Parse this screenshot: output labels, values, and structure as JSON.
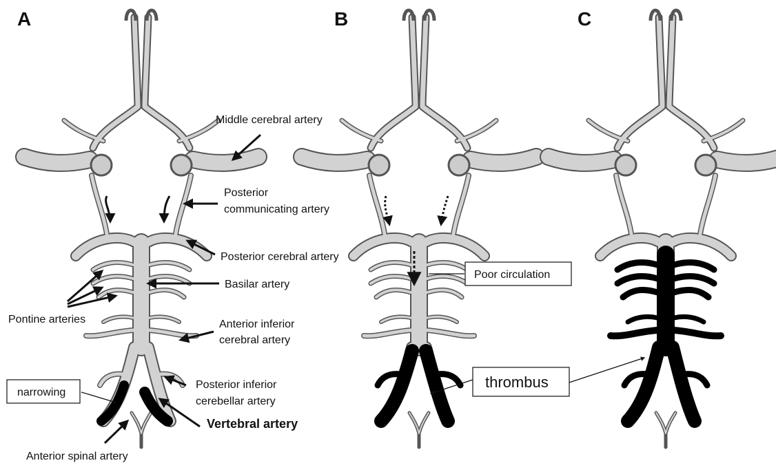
{
  "panels": {
    "a": "A",
    "b": "B",
    "c": "C"
  },
  "labels": {
    "middle_cerebral": "Middle cerebral artery",
    "posterior_communicating_1": "Posterior",
    "posterior_communicating_2": "communicating artery",
    "posterior_cerebral": "Posterior cerebral artery",
    "basilar": "Basilar artery",
    "pontine": "Pontine arteries",
    "aica_1": "Anterior inferior",
    "aica_2": "cerebral artery",
    "narrowing": "narrowing",
    "pica_1": "Posterior inferior",
    "pica_2": "cerebellar artery",
    "vertebral": "Vertebral artery",
    "anterior_spinal": "Anterior spinal artery",
    "poor_circulation": "Poor circulation",
    "thrombus": "thrombus"
  }
}
